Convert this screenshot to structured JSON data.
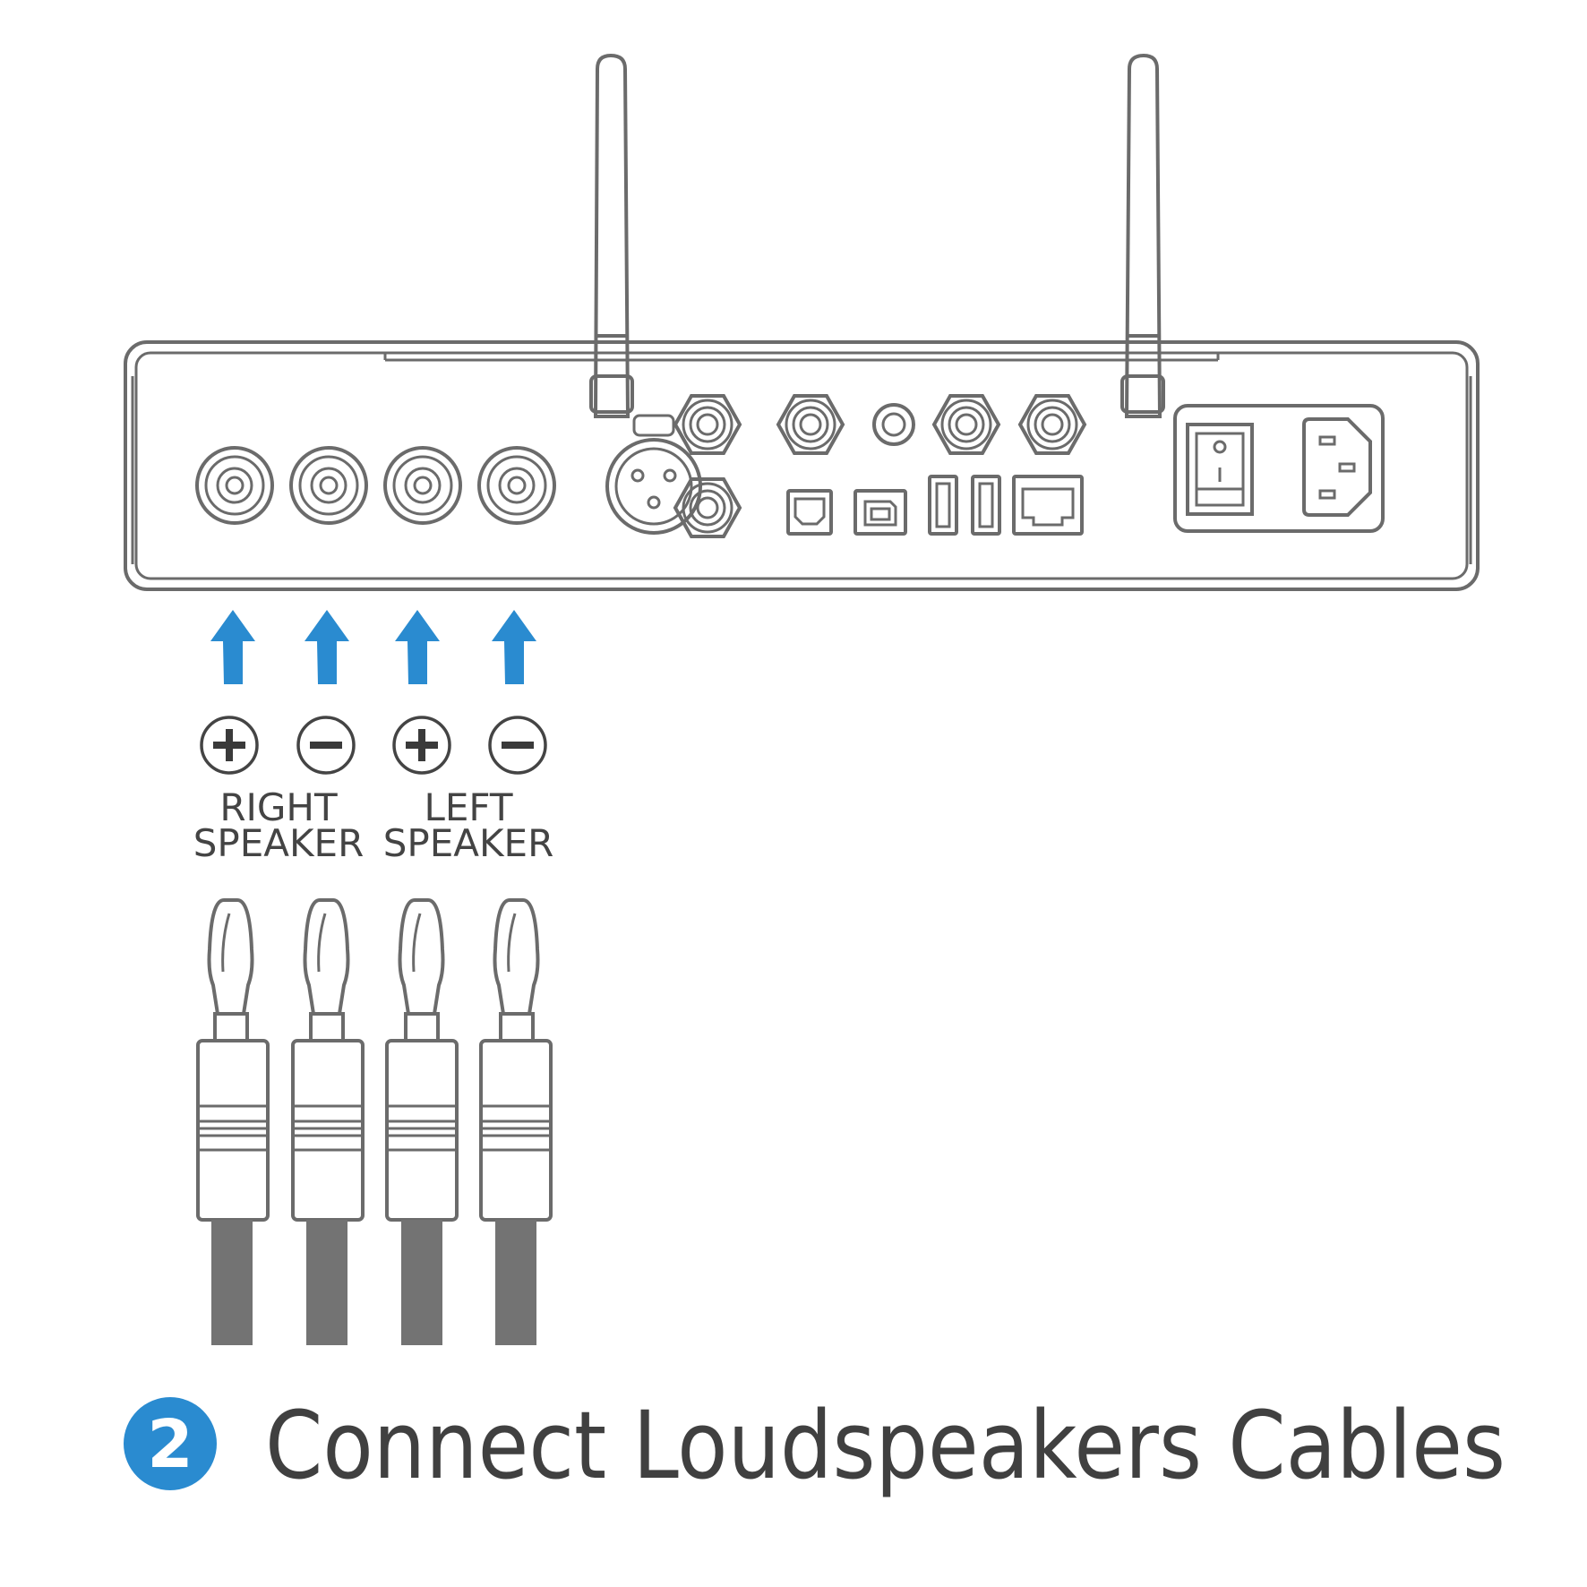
{
  "labels": {
    "right_top": "RIGHT",
    "right_bottom": "SPEAKER",
    "left_top": "LEFT",
    "left_bottom": "SPEAKER"
  },
  "step": {
    "number": "2",
    "title": "Connect Loudspeakers Cables"
  },
  "terminals": [
    "plus",
    "minus",
    "plus",
    "minus"
  ],
  "colors": {
    "accent": "#2a8bd0",
    "line": "#6b6b6b",
    "cable": "#737373",
    "text": "#444444"
  }
}
